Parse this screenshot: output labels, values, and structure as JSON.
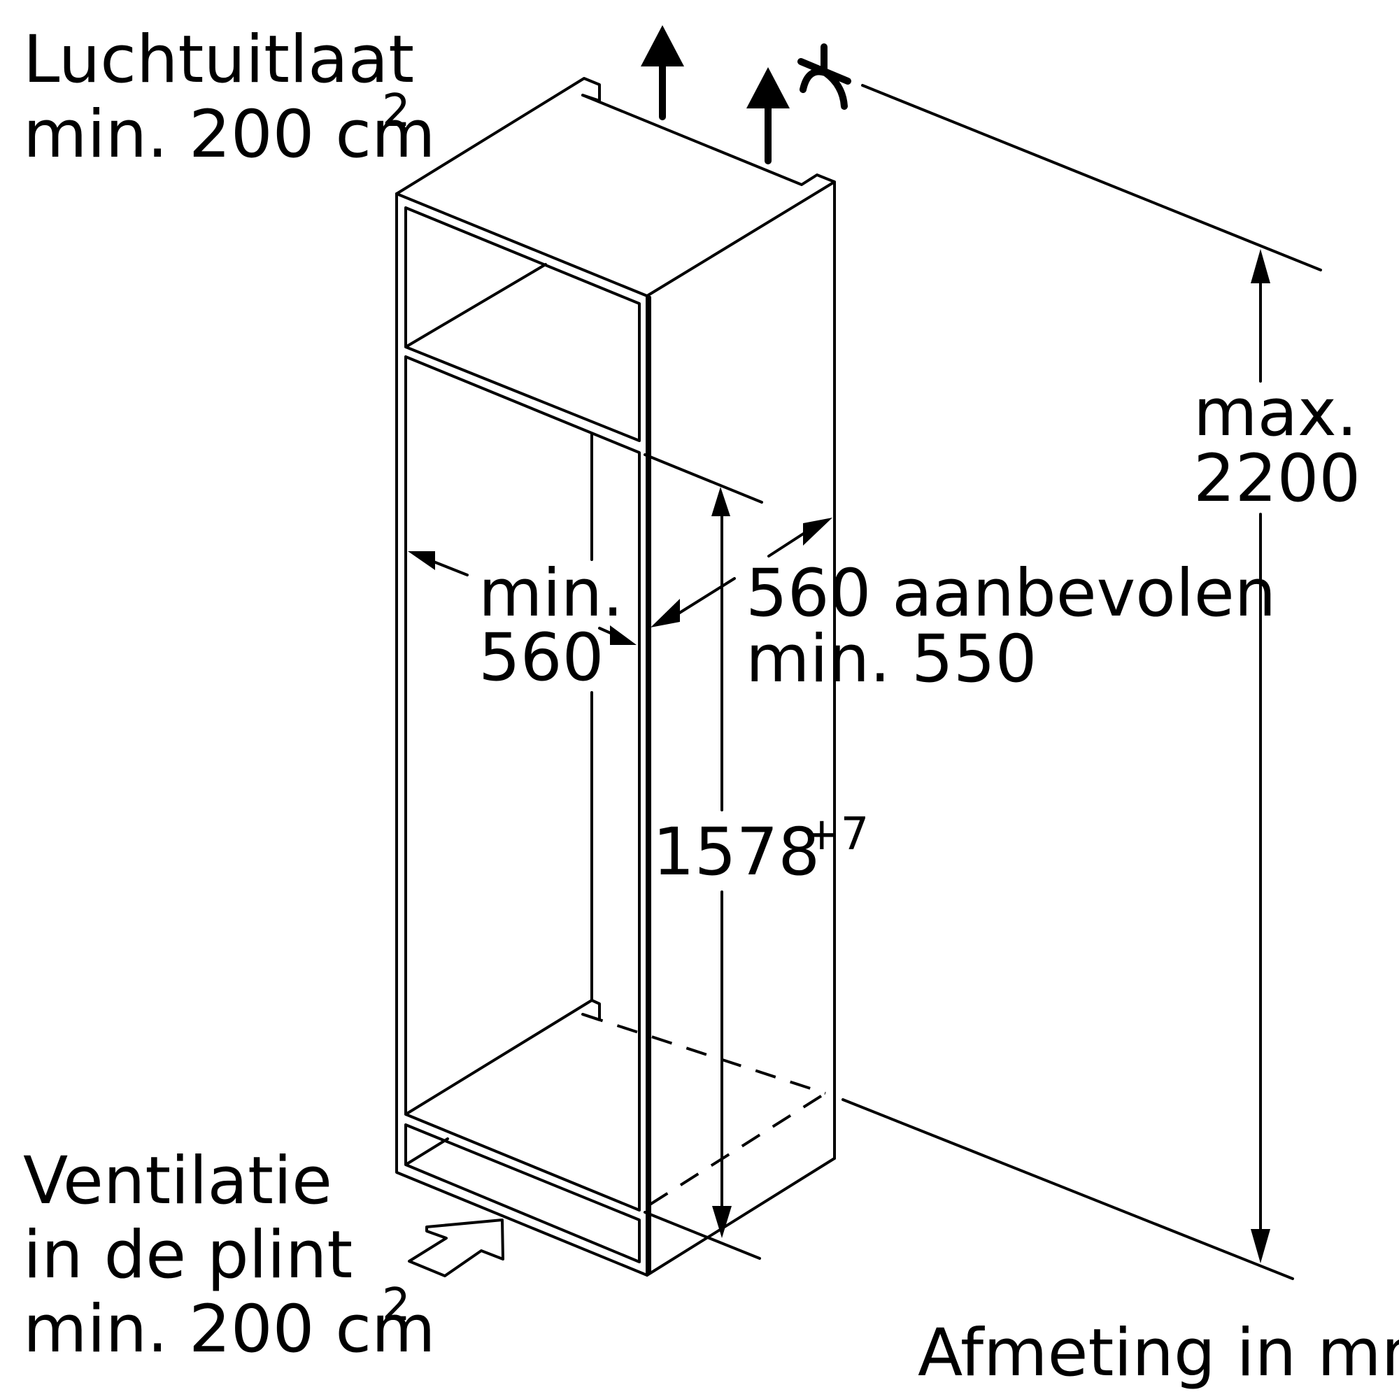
{
  "labels": {
    "air_outlet_line1": "Luchtuitlaat",
    "air_outlet_line2": "min. 200 cm",
    "air_outlet_sup": "2",
    "ventilation_line1": "Ventilatie",
    "ventilation_line2": "in de plint",
    "ventilation_line3": "min. 200 cm",
    "ventilation_sup": "2",
    "width_min_line1": "min.",
    "width_min_line2": "560",
    "depth_line1": "560 aanbevolen",
    "depth_line2": "min. 550",
    "niche_height": "1578",
    "niche_height_tolerance": "+7",
    "max_height_line1": "max.",
    "max_height_line2": "2200",
    "unit_note": "Afmeting in mm"
  },
  "icons": [
    "arrow-up-icon",
    "hinge-icon",
    "arrow-right-icon"
  ]
}
